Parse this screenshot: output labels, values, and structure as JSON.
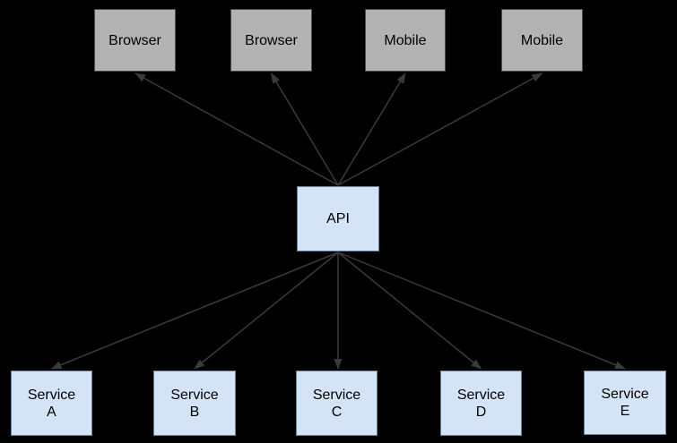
{
  "diagram": {
    "clients": [
      {
        "id": "browser-1",
        "label": "Browser"
      },
      {
        "id": "browser-2",
        "label": "Browser"
      },
      {
        "id": "mobile-1",
        "label": "Mobile"
      },
      {
        "id": "mobile-2",
        "label": "Mobile"
      }
    ],
    "gateway": {
      "id": "api",
      "label": "API"
    },
    "services": [
      {
        "id": "service-a",
        "label": "Service",
        "sublabel": "A"
      },
      {
        "id": "service-b",
        "label": "Service",
        "sublabel": "B"
      },
      {
        "id": "service-c",
        "label": "Service",
        "sublabel": "C"
      },
      {
        "id": "service-d",
        "label": "Service",
        "sublabel": "D"
      },
      {
        "id": "service-e",
        "label": "Service",
        "sublabel": "E"
      }
    ],
    "edges": [
      {
        "from": "api",
        "to": "browser-1"
      },
      {
        "from": "api",
        "to": "browser-2"
      },
      {
        "from": "api",
        "to": "mobile-1"
      },
      {
        "from": "api",
        "to": "mobile-2"
      },
      {
        "from": "api",
        "to": "service-a"
      },
      {
        "from": "api",
        "to": "service-b"
      },
      {
        "from": "api",
        "to": "service-c"
      },
      {
        "from": "api",
        "to": "service-d"
      },
      {
        "from": "api",
        "to": "service-e"
      }
    ]
  },
  "colors": {
    "bg": "#000000",
    "client_fill": "#b3b3b3",
    "client_border": "#4d4d4d",
    "node_fill": "#d4e3f5",
    "node_border": "#68809e",
    "edge": "#3a3a3a",
    "text": "#000000"
  }
}
